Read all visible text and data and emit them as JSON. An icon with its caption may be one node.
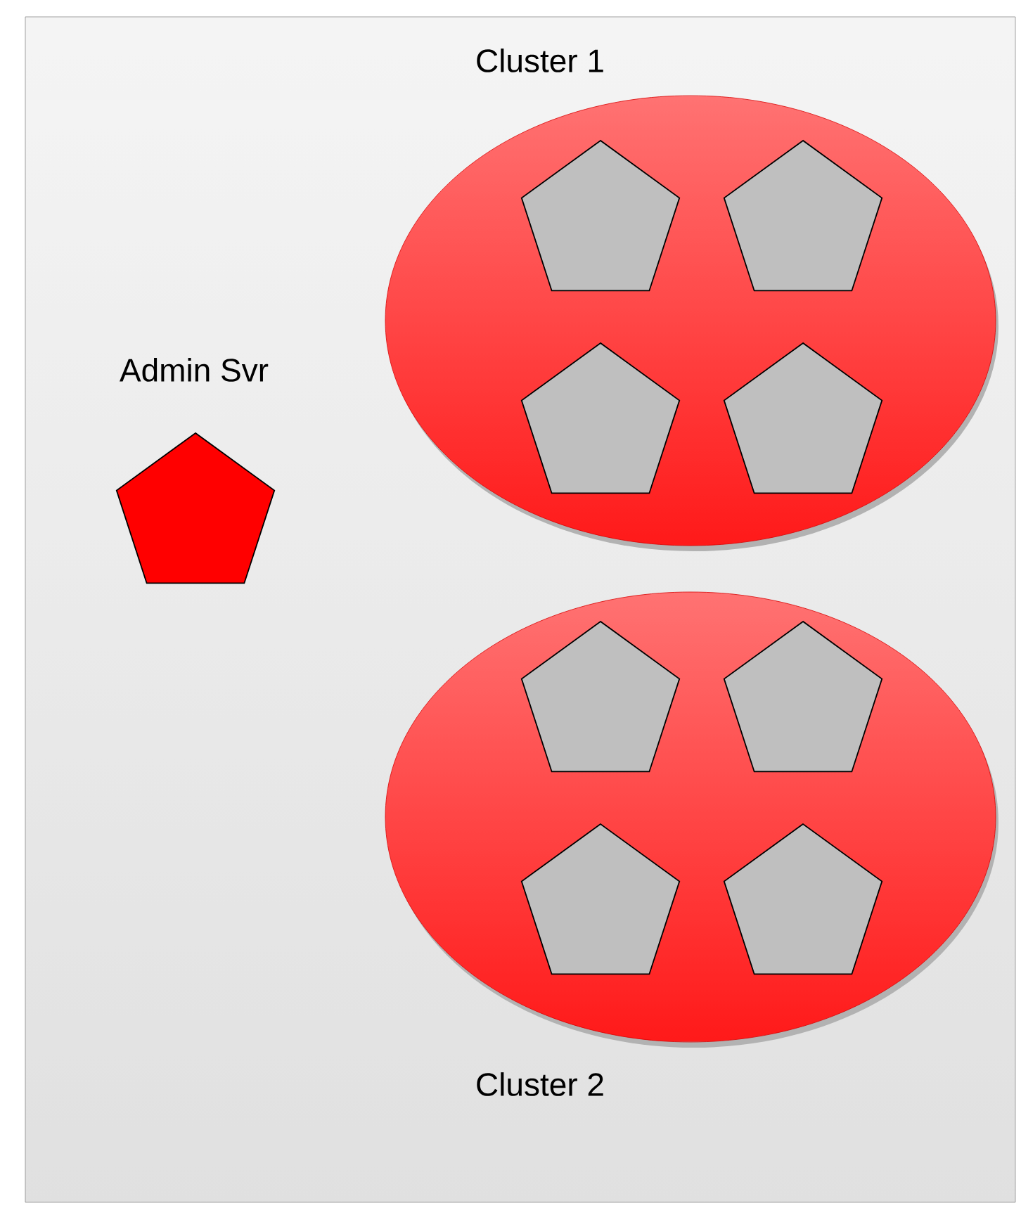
{
  "diagram": {
    "nodes": [
      {
        "text": [
          "Cluster 1"
        ]
      },
      {
        "text": [],
        "shape": "pentagon",
        "in": 0
      },
      {
        "text": [],
        "shape": "pentagon",
        "in": 0
      },
      {
        "text": [],
        "shape": "pentagon",
        "in": 0
      },
      {
        "text": [],
        "shape": "pentagon",
        "in": 0
      },
      {
        "text": [
          "Admin Svr"
        ]
      },
      {
        "text": [
          "Cluster 2"
        ]
      },
      {
        "text": [],
        "shape": "pentagon",
        "in": 6
      },
      {
        "text": [],
        "shape": "pentagon",
        "in": 6
      },
      {
        "text": [],
        "shape": "pentagon",
        "in": 6
      },
      {
        "text": [],
        "shape": "pentagon",
        "in": 6
      }
    ]
  }
}
